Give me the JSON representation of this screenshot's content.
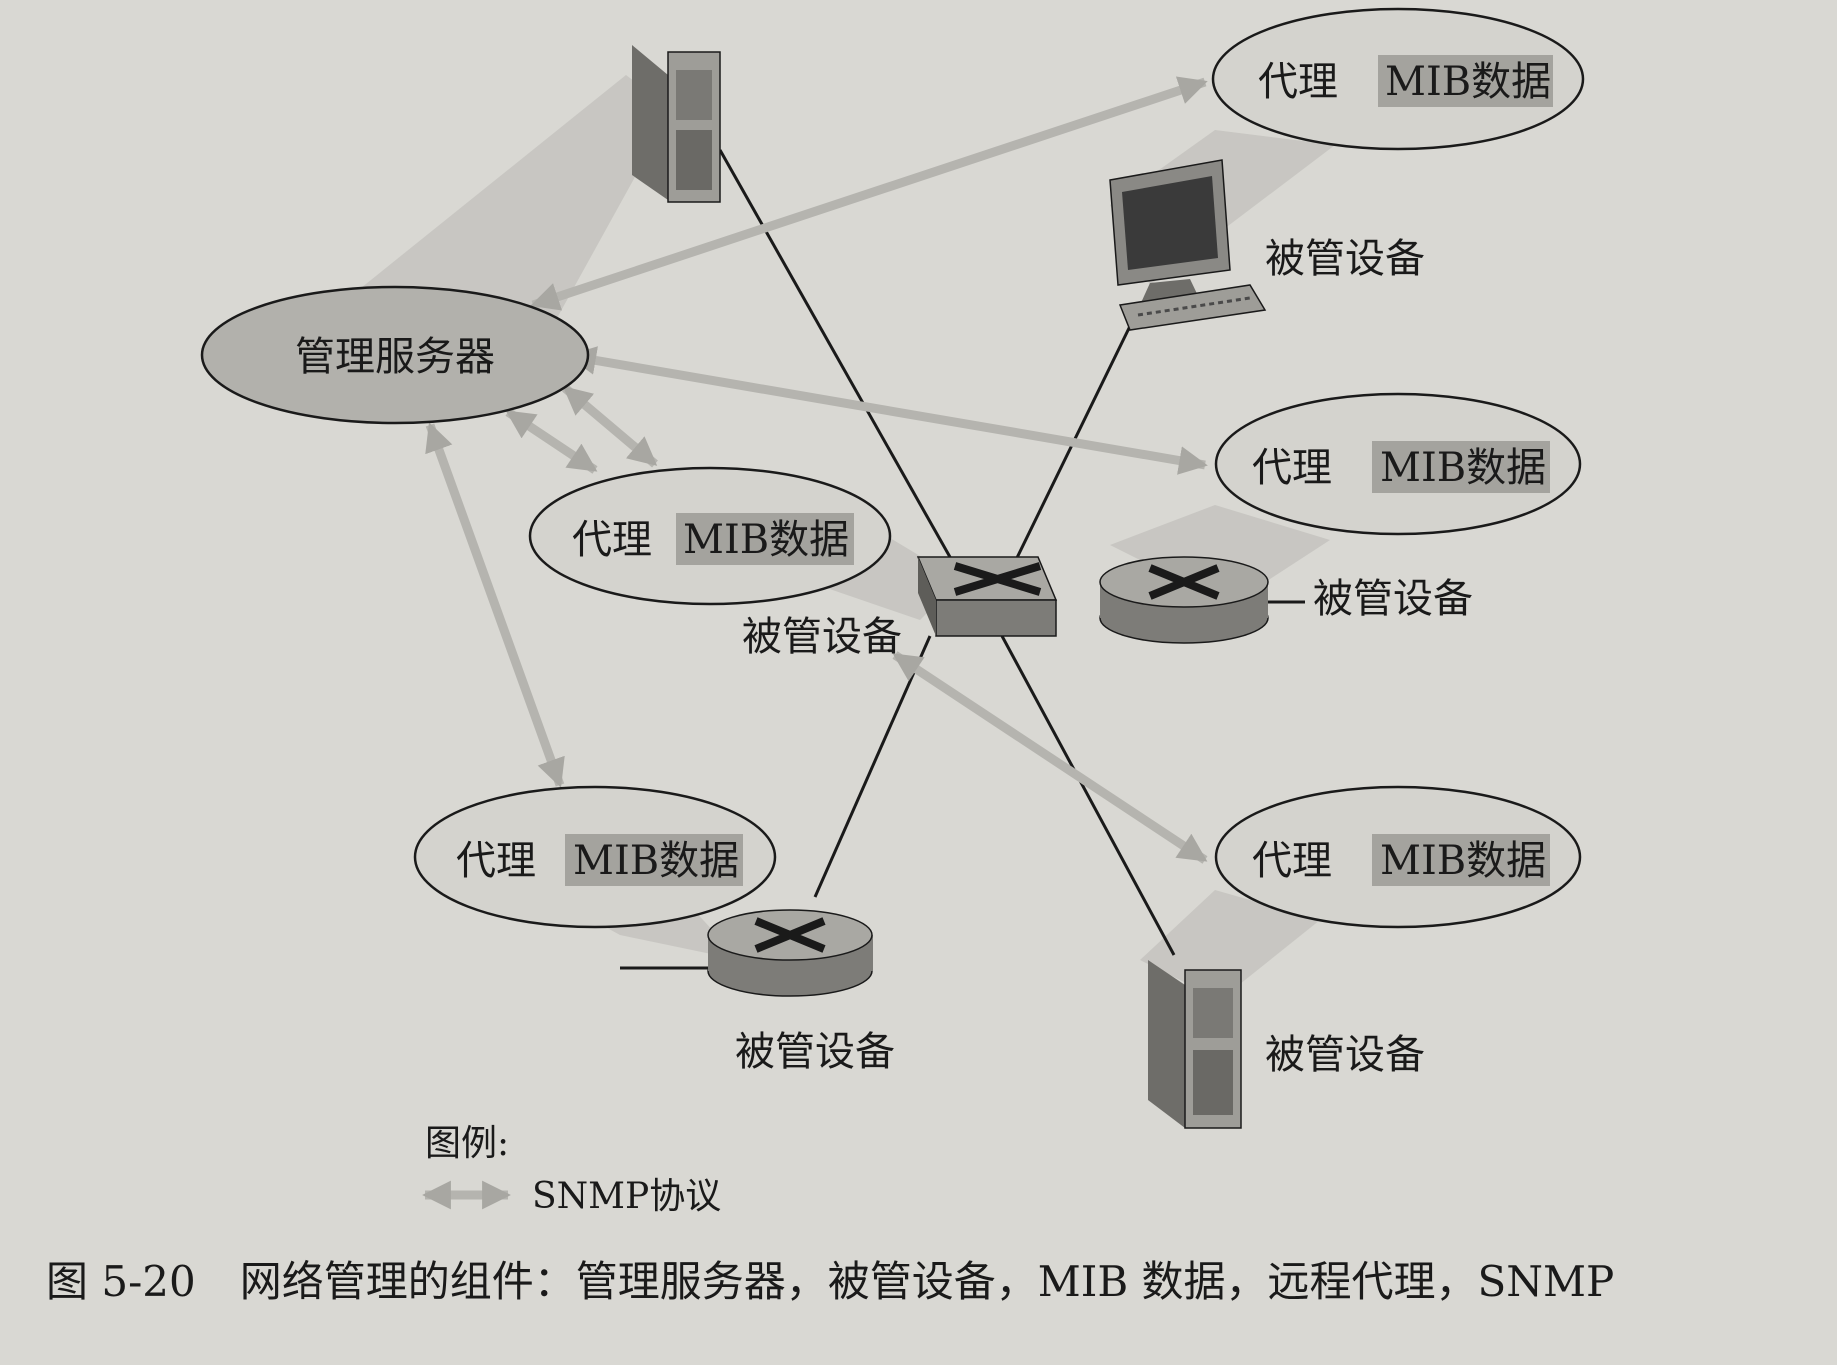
{
  "diagram": {
    "manager_label": "管理服务器",
    "agent_label": "代理",
    "mib_label": "MIB数据",
    "device_label": "被管设备",
    "legend_title": "图例:",
    "legend_item": "SNMP协议",
    "colors": {
      "background": "#d9d8d3",
      "ellipse_fill": "#d4d3ce",
      "manager_fill": "#b2b1ac",
      "mib_fill": "#a4a39e",
      "protocol_arrow": "#b5b4af",
      "link_line": "#1a1a1a",
      "cone_shade": "#c2c1bc"
    }
  },
  "caption": {
    "number": "图 5-20",
    "text": "网络管理的组件：管理服务器，被管设备，MIB 数据，远程代理，SNMP"
  }
}
